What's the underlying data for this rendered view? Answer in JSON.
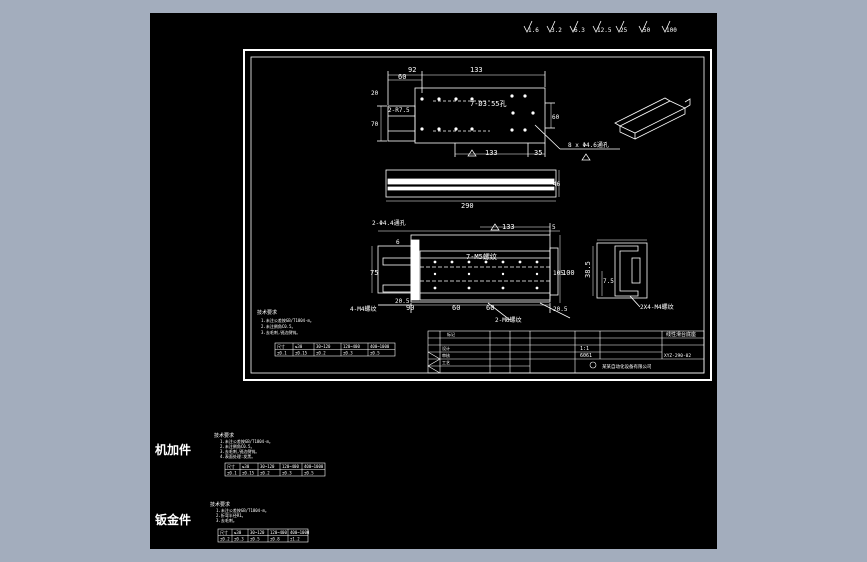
{
  "roughness_symbols": [
    "1.6",
    "3.2",
    "6.3",
    "12.5",
    "25",
    "50",
    "100"
  ],
  "top_view": {
    "dims": [
      "92",
      "133",
      "60",
      "20",
      "70",
      "2-R7.5",
      "7-Ø3.55孔",
      "60",
      "133",
      "35",
      "8 x Φ4.6通孔"
    ]
  },
  "middle_view": {
    "dims": [
      "46",
      "290"
    ]
  },
  "front_view": {
    "dims": [
      "2-Φ4.4通孔",
      "133",
      "5",
      "6",
      "7-M5螺纹",
      "75",
      "105",
      "100",
      "4-M4螺纹",
      "20.5",
      "90",
      "60",
      "60",
      "20.5",
      "2-M6螺纹"
    ]
  },
  "section_view": {
    "dims": [
      "38.5",
      "7.5",
      "2X4-M4螺纹"
    ]
  },
  "notes_main": {
    "title": "技术要求",
    "lines": [
      "1.未注公差按GB/T1804-m。",
      "2.未注倒角C0.5。",
      "3.去毛刺,锐边倒钝。"
    ]
  },
  "tolerance_table": {
    "headers": [
      "尺寸",
      "≤30",
      "30~120",
      "120~400",
      "400~1000"
    ],
    "values": [
      "±0.1",
      "±0.15",
      "±0.2",
      "±0.3",
      "±0.5"
    ]
  },
  "side_labels": [
    "机加件",
    "钣金件"
  ],
  "notes_a": {
    "title": "技术要求",
    "lines": [
      "1.未注公差按GB/T1804-m。",
      "2.未注倒角C0.5。",
      "3.去毛刺,锐边倒钝。",
      "4.表面处理:发黑。"
    ]
  },
  "tolerance_a": {
    "headers": [
      "尺寸",
      "≤30",
      "30~120",
      "120~400",
      "400~1000"
    ],
    "values": [
      "±0.1",
      "±0.15",
      "±0.2",
      "±0.3",
      "±0.5"
    ]
  },
  "notes_b": {
    "title": "技术要求",
    "lines": [
      "1.未注公差按GB/T1804-m。",
      "2.折弯半径R1。",
      "3.去毛刺。"
    ]
  },
  "tolerance_b": {
    "headers": [
      "尺寸",
      "≤30",
      "30~120",
      "120~400",
      "400~1000"
    ],
    "values": [
      "±0.2",
      "±0.3",
      "±0.5",
      "±0.8",
      "±1.2"
    ]
  },
  "title_block": {
    "part_name": "线性滑台底座",
    "scale": "1:1",
    "material": "6061",
    "drawing_no": "XYZ-290-02",
    "company": "某某自动化设备有限公司"
  }
}
